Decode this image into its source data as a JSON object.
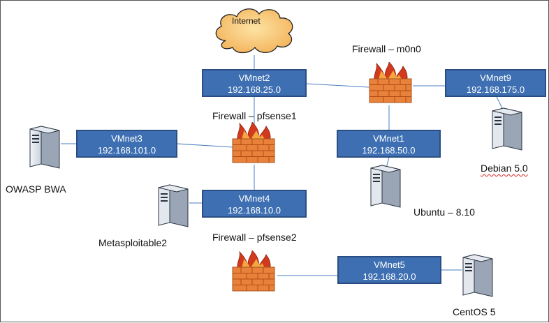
{
  "internet": {
    "label": "Internet"
  },
  "networks": [
    {
      "name": "VMnet2",
      "subnet": "192.168.25.0"
    },
    {
      "name": "VMnet9",
      "subnet": "192.168.175.0"
    },
    {
      "name": "VMnet3",
      "subnet": "192.168.101.0"
    },
    {
      "name": "VMnet1",
      "subnet": "192.168.50.0"
    },
    {
      "name": "VMnet4",
      "subnet": "192.168.10.0"
    },
    {
      "name": "VMnet5",
      "subnet": "192.168.20.0"
    }
  ],
  "firewalls": {
    "m0n0": "Firewall – m0n0",
    "pfsense1": "Firewall – pfsense1",
    "pfsense2": "Firewall – pfsense2"
  },
  "hosts": {
    "owasp": "OWASP BWA",
    "metasploitable": "Metasploitable2",
    "ubuntu": "Ubuntu – 8.10",
    "debian": "Debian 5.0",
    "centos": "CentOS 5"
  },
  "colors": {
    "network_fill": "#3d6fb2",
    "network_border": "#2a4e83",
    "firewall_brick": "#e8823a",
    "flame": "#d23a1e",
    "link": "#4a7fbf"
  },
  "icons": [
    "cloud-icon",
    "firewall-icon",
    "server-icon"
  ]
}
